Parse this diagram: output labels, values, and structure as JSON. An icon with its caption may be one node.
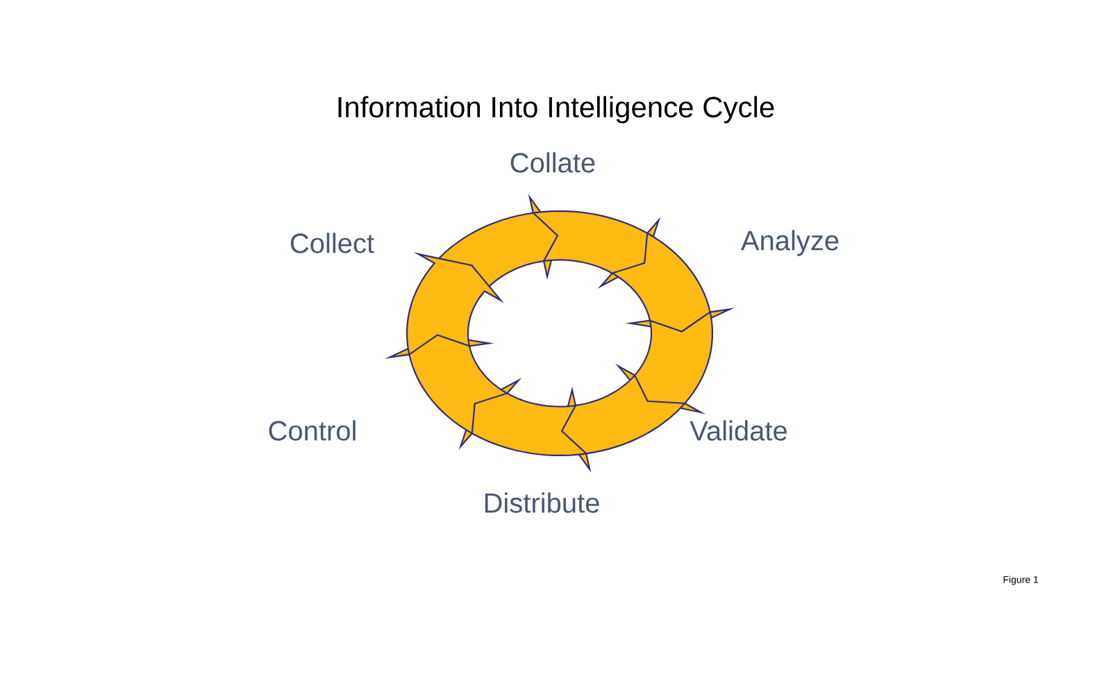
{
  "diagram": {
    "title": "Information Into Intelligence Cycle",
    "labels": [
      "Collate",
      "Collect",
      "Analyze",
      "Control",
      "Validate",
      "Distribute",
      "Figure 1"
    ]
  }
}
